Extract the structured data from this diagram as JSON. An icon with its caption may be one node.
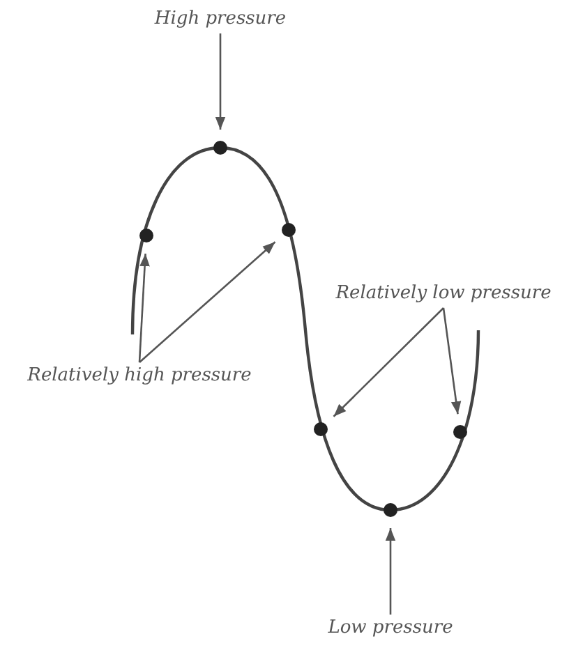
{
  "diagram": {
    "nodes": [
      {
        "text": [
          "High pressure"
        ]
      },
      {
        "text": [
          "Relatively low pressure"
        ]
      },
      {
        "text": [
          "Relatively high pressure"
        ]
      },
      {
        "text": [
          "Low pressure"
        ]
      },
      {
        "text": [],
        "shape": "circle"
      },
      {
        "text": [],
        "shape": "circle"
      },
      {
        "text": [],
        "shape": "circle"
      },
      {
        "text": [],
        "shape": "circle"
      },
      {
        "text": [],
        "shape": "circle"
      },
      {
        "text": [],
        "shape": "circle"
      }
    ],
    "edges": [
      {
        "from": 0,
        "to": 5,
        "arrow": "to"
      },
      {
        "from": 2,
        "to": 4,
        "arrow": "to"
      },
      {
        "from": 2,
        "to": 6,
        "arrow": "to"
      },
      {
        "from": 1,
        "to": 7,
        "arrow": "to"
      },
      {
        "from": 1,
        "to": 9,
        "arrow": "to"
      },
      {
        "from": 3,
        "to": 8,
        "arrow": "to"
      }
    ]
  }
}
